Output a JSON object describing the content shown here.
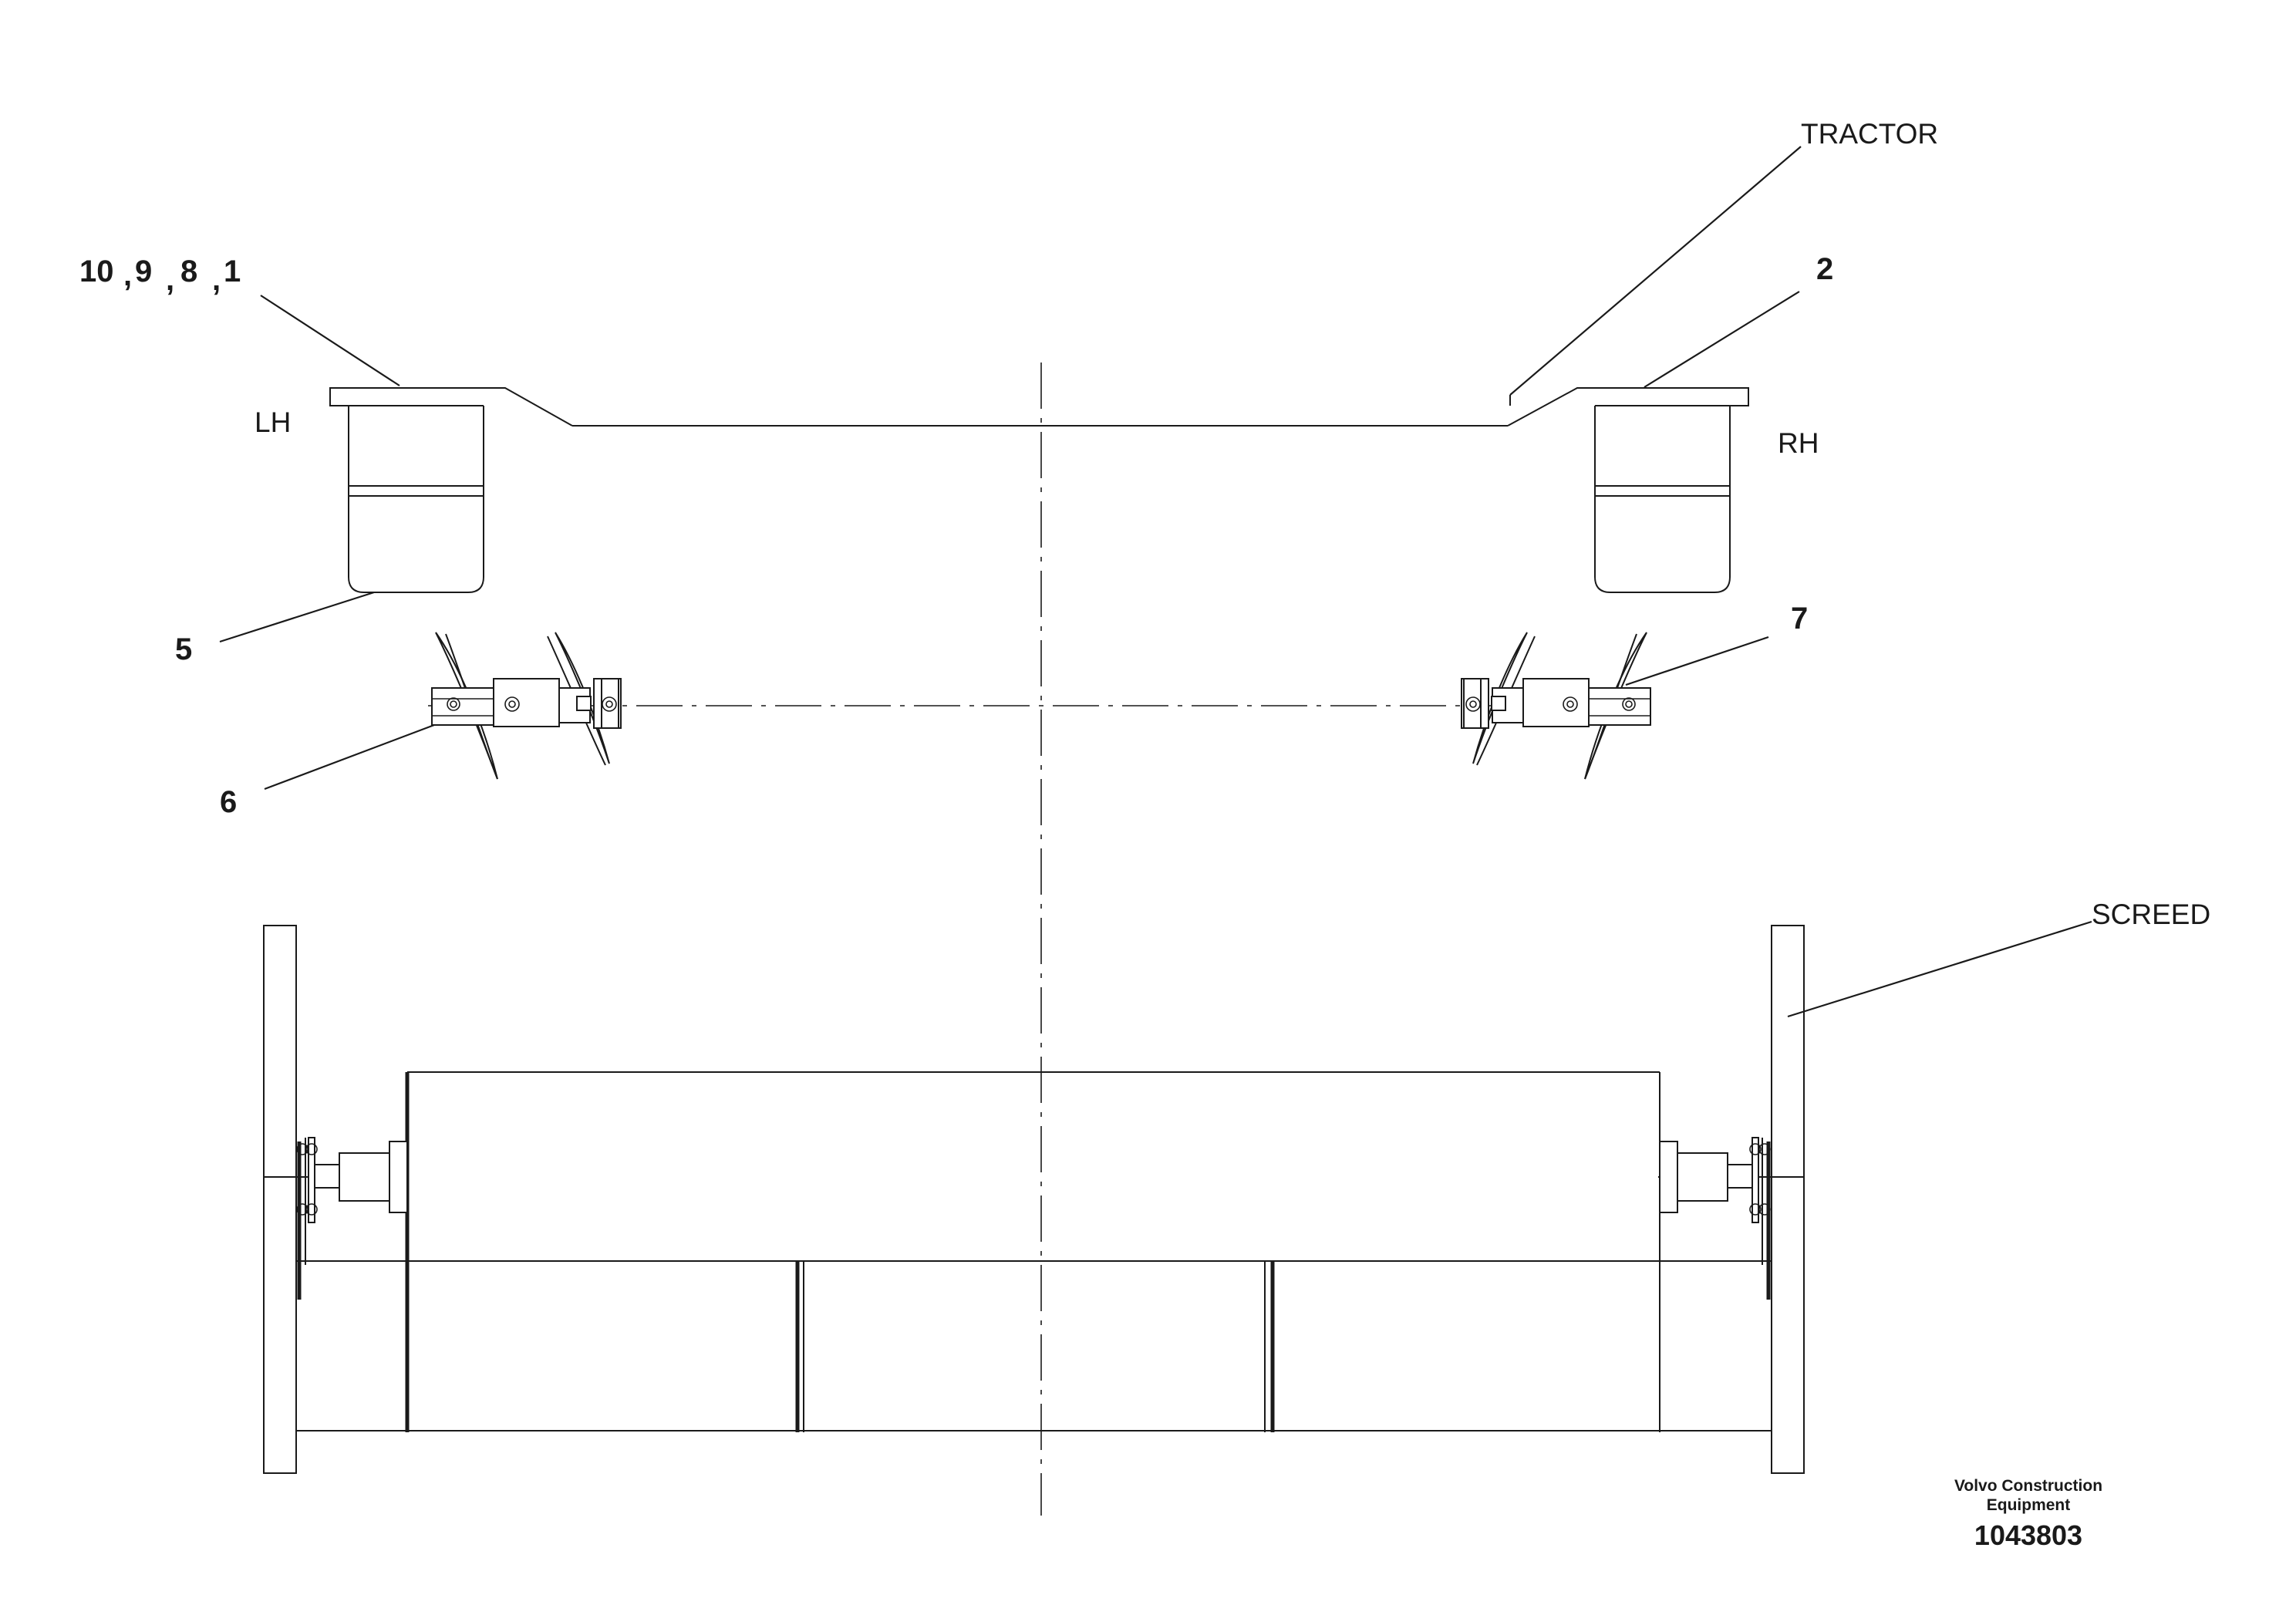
{
  "labels": {
    "tractor": "TRACTOR",
    "screed": "SCREED",
    "lh": "LH",
    "rh": "RH"
  },
  "callouts": {
    "c10": "10",
    "c9": "9",
    "c8": "8",
    "c1": "1",
    "sep": ",",
    "c2": "2",
    "c5": "5",
    "c6": "6",
    "c7": "7"
  },
  "footer": {
    "company_line1": "Volvo Construction",
    "company_line2": "Equipment",
    "part_number": "1043803"
  }
}
